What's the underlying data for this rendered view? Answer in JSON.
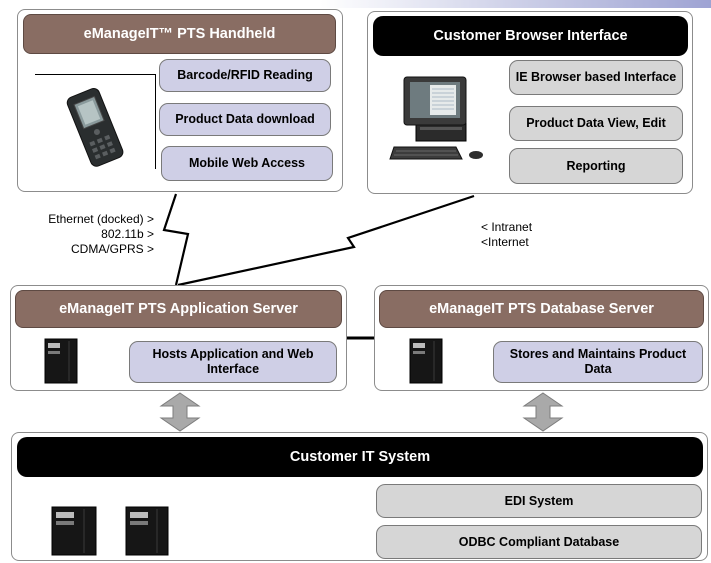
{
  "handheld": {
    "title": "eManageIT™ PTS Handheld",
    "features": [
      "Barcode/RFID Reading",
      "Product Data download",
      "Mobile Web Access"
    ]
  },
  "browser": {
    "title": "Customer Browser Interface",
    "features": [
      "IE Browser based Interface",
      "Product Data View, Edit",
      "Reporting"
    ]
  },
  "left_links": [
    "Ethernet (docked)  >",
    "802.11b  >",
    "CDMA/GPRS >"
  ],
  "right_links": [
    "< Intranet",
    "<Internet"
  ],
  "app_server": {
    "title": "eManageIT PTS Application Server",
    "feature": "Hosts Application and Web Interface"
  },
  "db_server": {
    "title": "eManageIT PTS Database Server",
    "feature": "Stores and Maintains Product Data"
  },
  "it_system": {
    "title": "Customer IT System",
    "components": [
      "EDI System",
      "ODBC Compliant Database"
    ]
  },
  "colors": {
    "brown_header": "#896d63",
    "black_header": "#000000",
    "lavender_pill": "#cfcfe6",
    "gray_pill": "#d6d6d6",
    "arrow_gray": "#a9a9a9"
  },
  "icons": [
    "handheld-device-icon",
    "desktop-computer-icon",
    "server-tower-icon"
  ]
}
